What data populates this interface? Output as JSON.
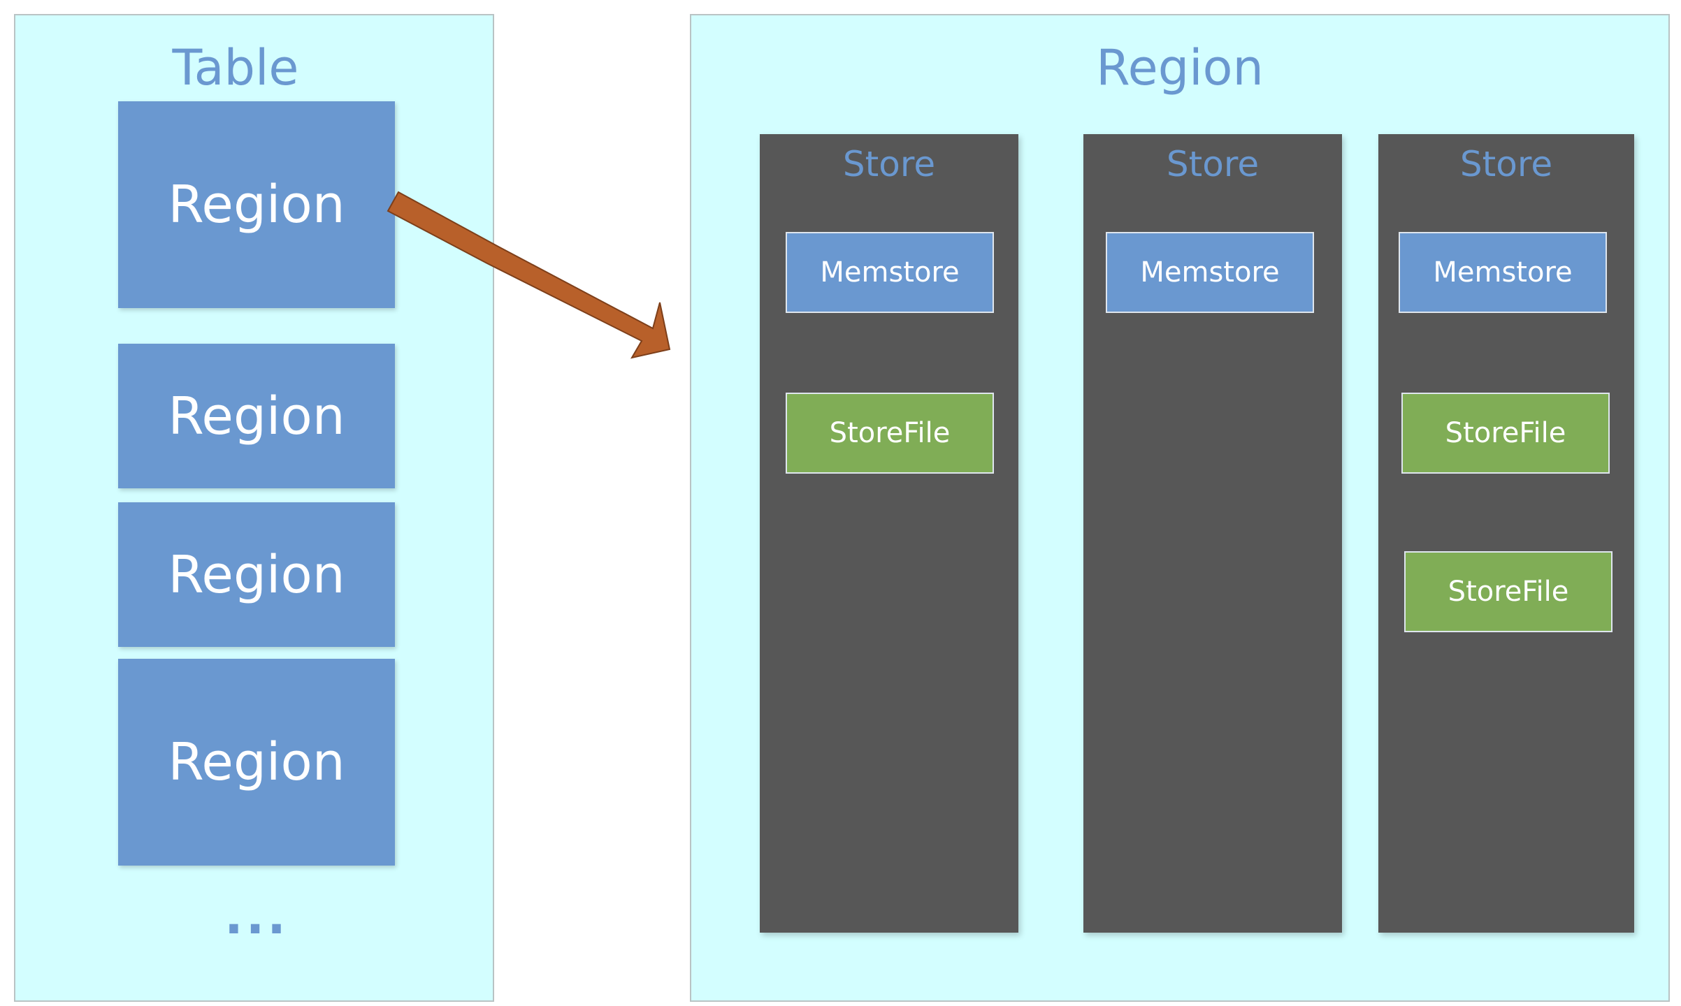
{
  "table": {
    "title": "Table",
    "regions": [
      "Region",
      "Region",
      "Region",
      "Region"
    ],
    "ellipsis": "..."
  },
  "region_detail": {
    "title": "Region",
    "stores": [
      {
        "title": "Store",
        "memstore": "Memstore",
        "storefiles": [
          "StoreFile"
        ]
      },
      {
        "title": "Store",
        "memstore": "Memstore",
        "storefiles": []
      },
      {
        "title": "Store",
        "memstore": "Memstore",
        "storefiles": [
          "StoreFile",
          "StoreFile"
        ]
      }
    ]
  },
  "colors": {
    "panel_background": "#d3feff",
    "region_blue": "#6a98d0",
    "store_gray": "#575757",
    "storefile_green": "#80ad56",
    "arrow_orange": "#b8602a"
  },
  "icons": {
    "arrow": "arrow-right-down-icon"
  }
}
